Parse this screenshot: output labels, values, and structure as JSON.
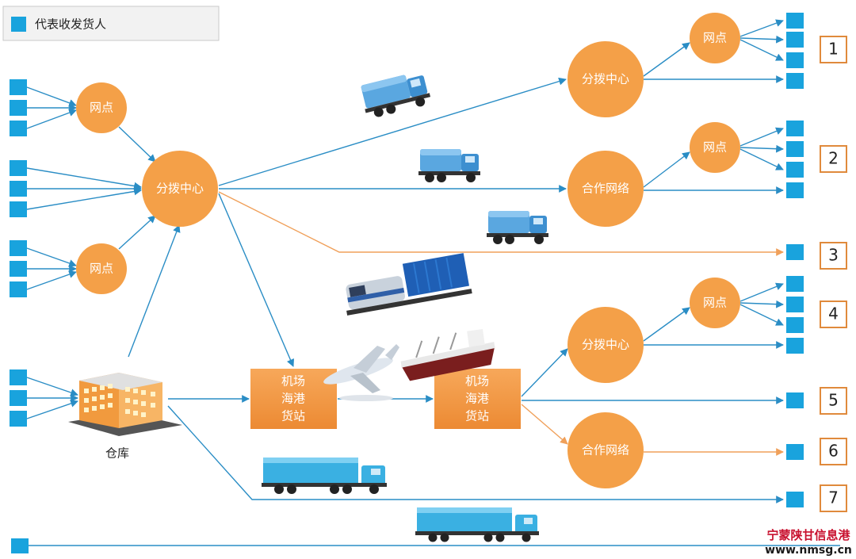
{
  "legend": {
    "label": "代表收发货人"
  },
  "nodes": {
    "wangdian_left_top": "网点",
    "wangdian_left_bottom": "网点",
    "fenbo_left": "分拨中心",
    "fenbo_top": "分拨中心",
    "hezuo_top": "合作网络",
    "wangdian_r1": "网点",
    "wangdian_r2": "网点",
    "wangdian_r4": "网点",
    "fenbo_mid": "分拨中心",
    "hezuo_bottom": "合作网络",
    "station_left": [
      "机场",
      "海港",
      "货站"
    ],
    "station_right": [
      "机场",
      "海港",
      "货站"
    ],
    "warehouse": "仓库"
  },
  "routes": [
    "1",
    "2",
    "3",
    "4",
    "5",
    "6",
    "7"
  ],
  "watermark": {
    "line1": "宁蒙陕甘信息港",
    "line2": "www.nmsg.cn"
  },
  "colors": {
    "blue": "#19a3dd",
    "line_blue": "#2a8dc5",
    "orange": "#f4a048",
    "line_orange": "#f0a05a",
    "box_border": "#e08a3c"
  }
}
